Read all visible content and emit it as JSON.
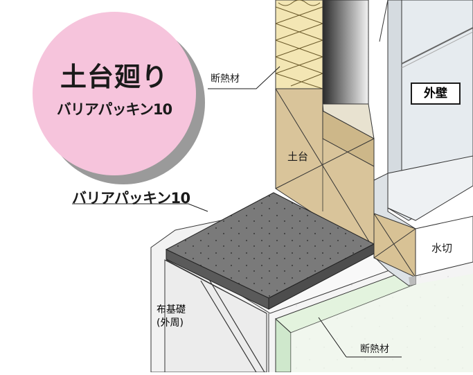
{
  "badge": {
    "title": "土台廻り",
    "subtitle": "バリアパッキン10",
    "fill_color": "#f6c4dc",
    "shadow_color": "#9a9a9a"
  },
  "labels": {
    "insulation_upper": "断熱材",
    "sill": "土台",
    "exterior_wall": "外壁",
    "packing": "バリアパッキン10",
    "flashing": "水切",
    "foundation_line1": "布基礎",
    "foundation_line2": "(外周)",
    "insulation_lower": "断熱材"
  },
  "colors": {
    "wood": "#dcc9a0",
    "insulation_batt": "#f3e6b4",
    "packing": "#7d7d7d",
    "concrete": "#f4f4f4",
    "foam_board": "#dcefd8",
    "siding": "#e3e8ec"
  }
}
